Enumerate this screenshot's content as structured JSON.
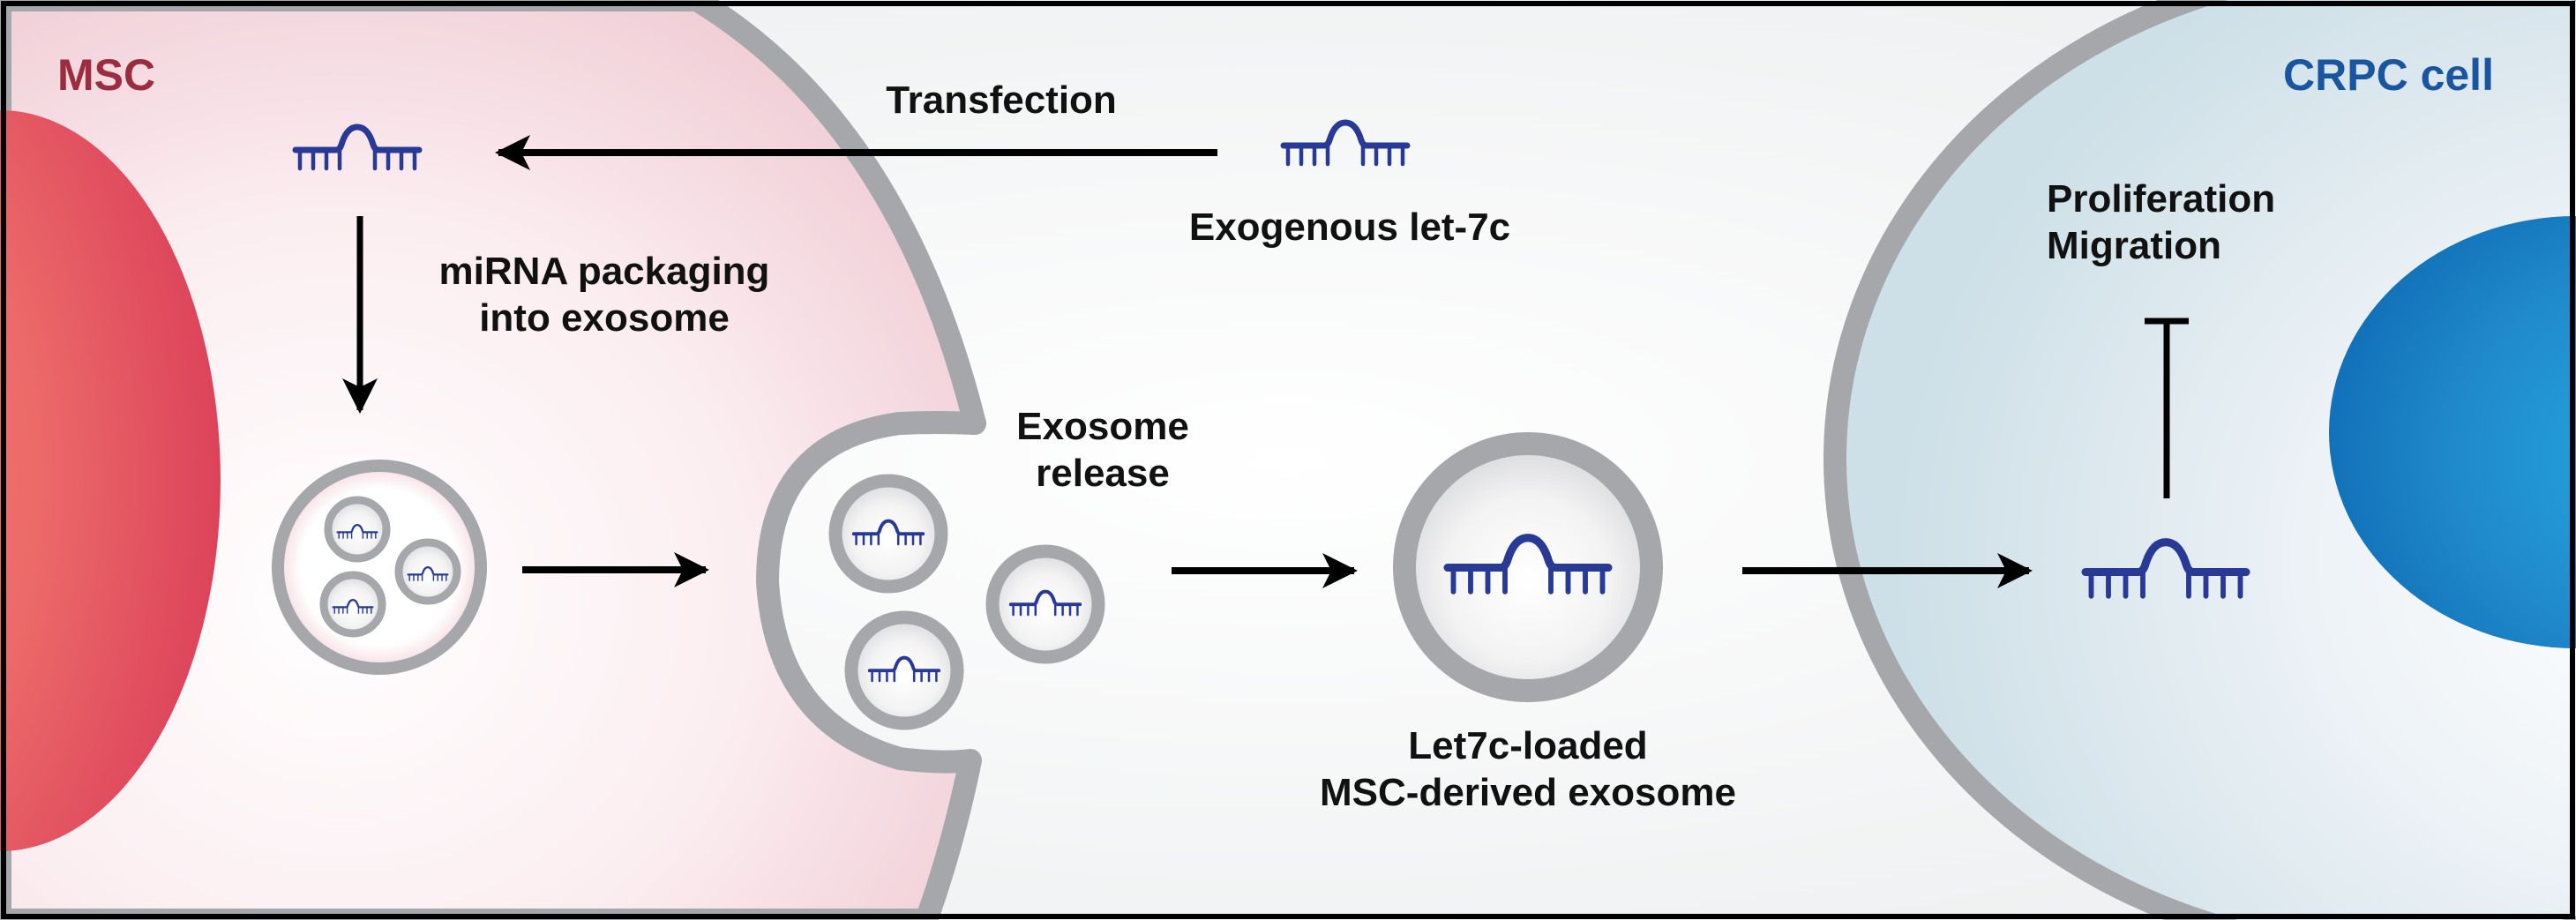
{
  "colors": {
    "msc_label": "#9b2d40",
    "crpc_label": "#1a55a0",
    "mirna": "#283a96",
    "membrane": "#a6a7ab",
    "arrow": "#000000",
    "msc_nucleus_inner": "#f47c70",
    "msc_nucleus_outer": "#d93f59",
    "crpc_nucleus_inner": "#22a8e0",
    "crpc_nucleus_outer": "#0f6db5",
    "msc_cytoplasm": "#f3d3db",
    "crpc_cytoplasm": "#d2e2ea",
    "extracellular": "#f1f2f3"
  },
  "labels": {
    "msc": "MSC",
    "crpc": "CRPC cell",
    "transfection": "Transfection",
    "exogenous": "Exogenous let-7c",
    "packaging_line1": "miRNA packaging",
    "packaging_line2": "into exosome",
    "release_line1": "Exosome",
    "release_line2": "release",
    "loaded_line1": "Let7c-loaded",
    "loaded_line2": "MSC-derived exosome",
    "effect_line1": "Proliferation",
    "effect_line2": "Migration"
  },
  "nodes": [
    {
      "id": "exogenous-let7c",
      "type": "miRNA"
    },
    {
      "id": "msc-mirna",
      "type": "miRNA"
    },
    {
      "id": "multivesicular-body",
      "type": "vesicle",
      "contains": 3
    },
    {
      "id": "budding-exosomes",
      "type": "vesicle",
      "contains": 3
    },
    {
      "id": "loaded-exosome",
      "type": "vesicle",
      "contains": 1
    },
    {
      "id": "crpc-mirna",
      "type": "miRNA"
    }
  ],
  "edges": [
    {
      "from": "exogenous-let7c",
      "to": "msc-mirna",
      "label": "Transfection",
      "kind": "arrow"
    },
    {
      "from": "msc-mirna",
      "to": "multivesicular-body",
      "label": "miRNA packaging into exosome",
      "kind": "arrow"
    },
    {
      "from": "multivesicular-body",
      "to": "budding-exosomes",
      "label": "",
      "kind": "arrow"
    },
    {
      "from": "budding-exosomes",
      "to": "loaded-exosome",
      "label": "Exosome release",
      "kind": "arrow"
    },
    {
      "from": "loaded-exosome",
      "to": "crpc-mirna",
      "label": "",
      "kind": "arrow"
    },
    {
      "from": "crpc-mirna",
      "to": "Proliferation / Migration",
      "label": "",
      "kind": "inhibition"
    }
  ]
}
